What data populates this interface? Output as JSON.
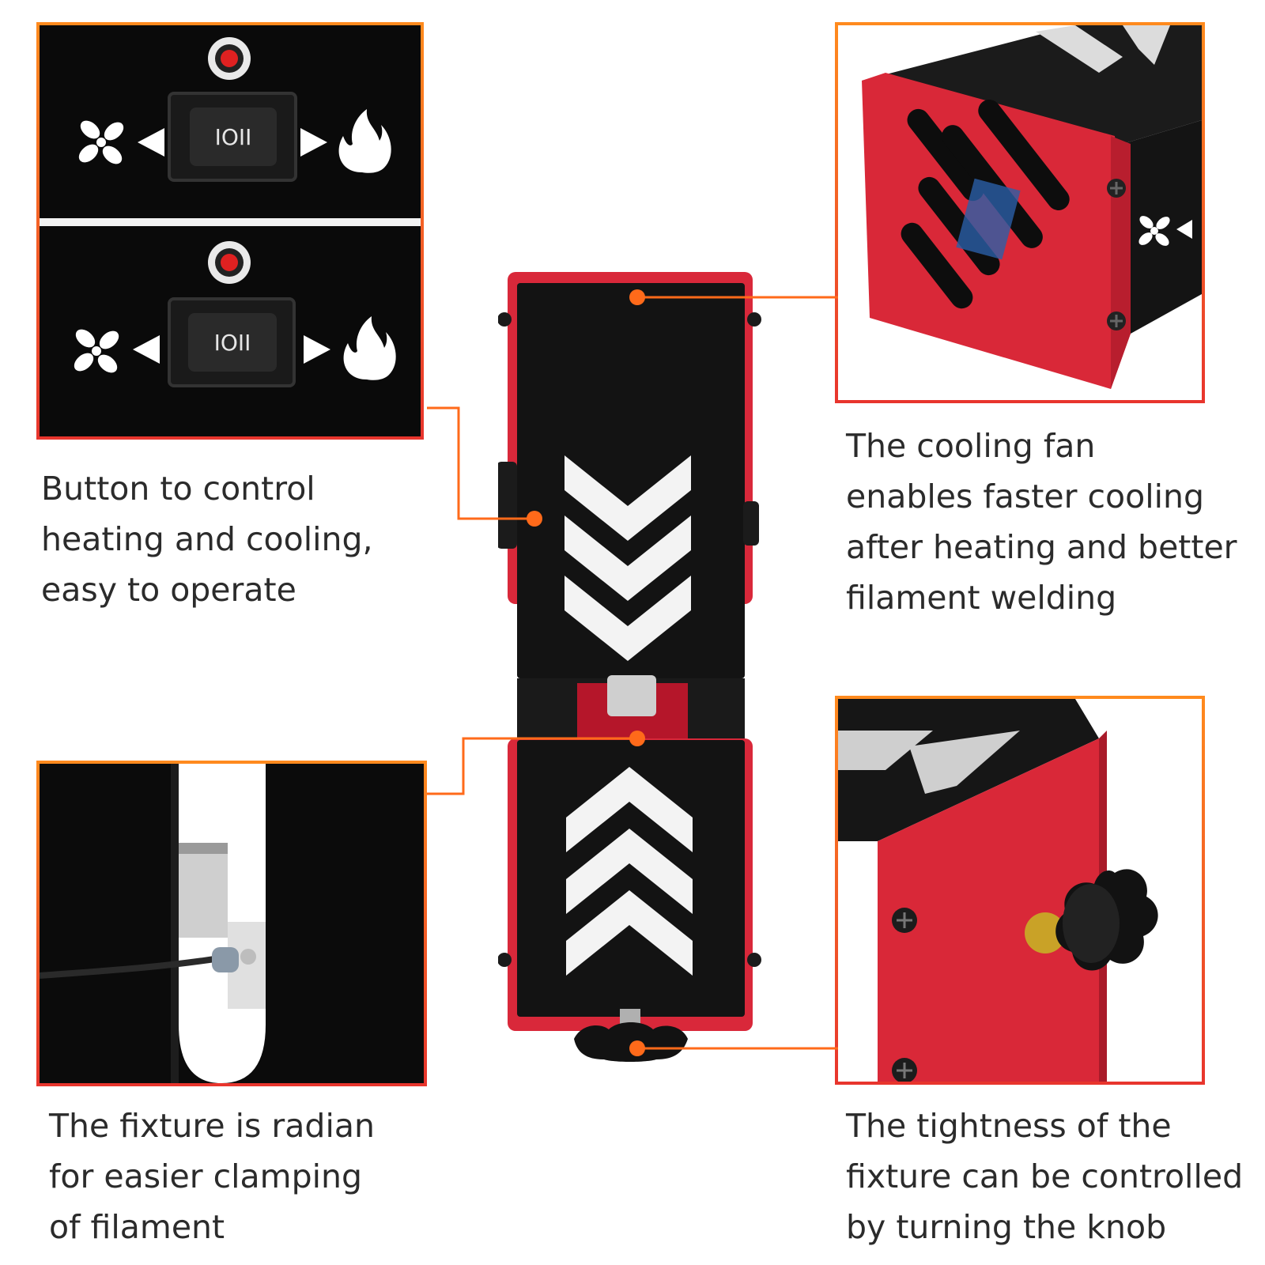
{
  "switch": {
    "marking": "IOII"
  },
  "callouts": {
    "switch_button": {
      "lines": [
        "Button to control",
        "heating and cooling,",
        "easy to operate"
      ]
    },
    "cooling_fan": {
      "lines": [
        "The cooling fan",
        "enables faster cooling",
        "after heating and better",
        "filament welding"
      ]
    },
    "fixture_shape": {
      "lines": [
        "The fixture is radian",
        "for easier clamping",
        "of filament"
      ]
    },
    "knob": {
      "lines": [
        "The tightness of the",
        "fixture can be controlled",
        "by turning the knob"
      ]
    }
  },
  "colors": {
    "accent": "#e8352d",
    "leader": "#ff6a1a",
    "device_body": "#111111",
    "frame_red": "#d9283a"
  },
  "icons": [
    "fan-icon",
    "flame-icon",
    "arrow-left-icon",
    "arrow-right-icon",
    "indicator-light-icon",
    "chevron-down-icon",
    "chevron-up-icon",
    "screw-icon",
    "knob-icon"
  ]
}
